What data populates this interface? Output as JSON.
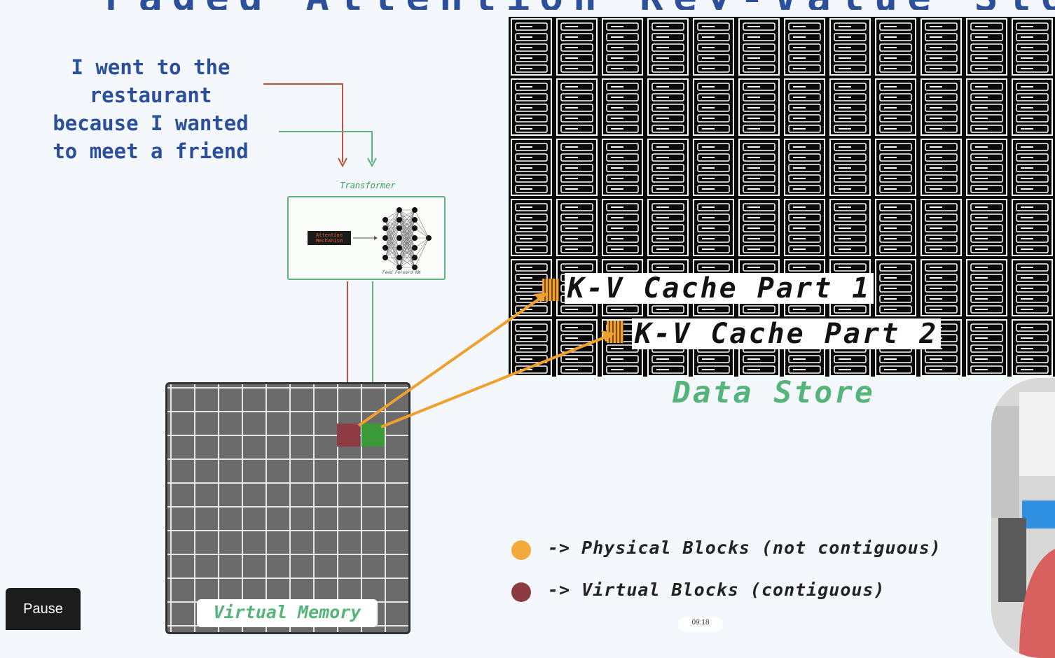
{
  "slide": {
    "title_partial": "Paged Attention Key-Value Store",
    "sentence": [
      "I went to the",
      "restaurant",
      "because I wanted",
      "to meet a friend"
    ],
    "transformer": {
      "label": "Transformer",
      "attention_label": "Attention Mechanism",
      "ffn_label": "Feed Forward NN"
    },
    "virtual_memory_label": "Virtual Memory",
    "data_store": {
      "label": "Data Store",
      "kv_part1": "K-V Cache Part 1",
      "kv_part2": "K-V Cache Part 2"
    },
    "legend": [
      {
        "marker": "orange-dot",
        "color": "#f2aa3c",
        "text": "-> Physical Blocks (not contiguous)"
      },
      {
        "marker": "maroon-dot",
        "color": "#8b3b40",
        "text": "-> Virtual Blocks (contiguous)"
      }
    ],
    "colors": {
      "title_blue": "#2b4f9b",
      "arrow_red": "#c0513e",
      "arrow_green": "#5fb37e",
      "arrow_orange": "#f0a030",
      "label_green": "#55b47a"
    }
  },
  "player": {
    "pause_label": "Pause",
    "time_label": "09:18"
  }
}
